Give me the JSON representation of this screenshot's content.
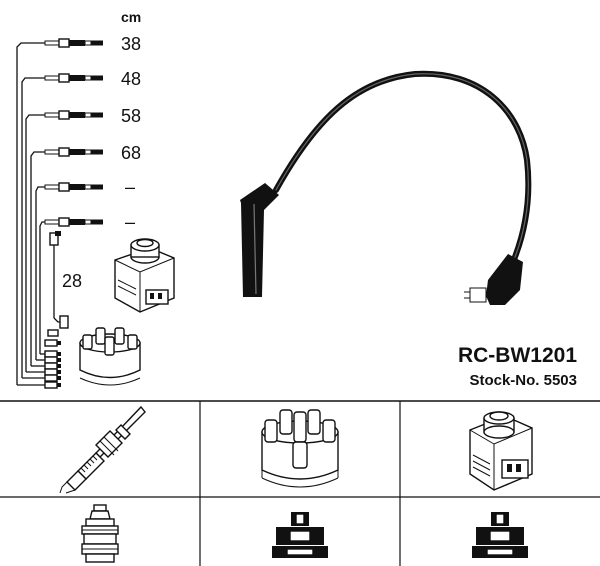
{
  "unit_label": "cm",
  "lead_lengths": [
    "38",
    "48",
    "58",
    "68",
    "–",
    "–"
  ],
  "coil_lead_length": "28",
  "part_number": "RC-BW1201",
  "stock_number": "Stock-No. 5503",
  "icons": {
    "spark_plug": "spark-plug-icon",
    "distributor_cap": "distributor-cap-icon",
    "ignition_coil": "ignition-coil-icon",
    "plug_terminal": "plug-terminal-icon",
    "cap_terminal": "cap-terminal-icon",
    "coil_terminal": "coil-terminal-icon"
  }
}
